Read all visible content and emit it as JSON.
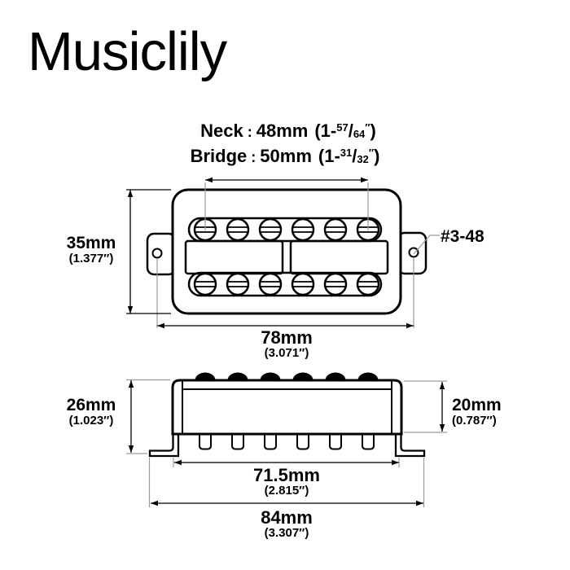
{
  "brand": "Musiclily",
  "colors": {
    "line": "#000000",
    "extension": "#9a9a9a",
    "background": "#ffffff"
  },
  "header": {
    "neck": {
      "label": "Neck",
      "sep": ":",
      "mm": "48mm",
      "inch_open": "(1-",
      "inch_num": "57",
      "inch_slash": "/",
      "inch_den": "64",
      "inch_prime": "″",
      "inch_close": ")"
    },
    "bridge": {
      "label": "Bridge",
      "sep": ":",
      "mm": "50mm",
      "inch_open": "(1-",
      "inch_num": "31",
      "inch_slash": "/",
      "inch_den": "32",
      "inch_prime": "″",
      "inch_close": ")"
    }
  },
  "top_view": {
    "height_dim": {
      "mm": "35mm",
      "inch": "(1.377″)"
    },
    "mount_width_dim": {
      "mm": "78mm",
      "inch": "(3.071″)"
    },
    "screw_label": "#3-48"
  },
  "side_view": {
    "height_dim": {
      "mm": "26mm",
      "inch": "(1.023″)"
    },
    "body_height_dim": {
      "mm": "20mm",
      "inch": "(0.787″)"
    },
    "base_width_dim": {
      "mm": "71.5mm",
      "inch": "(2.815″)"
    },
    "total_width_dim": {
      "mm": "84mm",
      "inch": "(3.307″)"
    }
  }
}
